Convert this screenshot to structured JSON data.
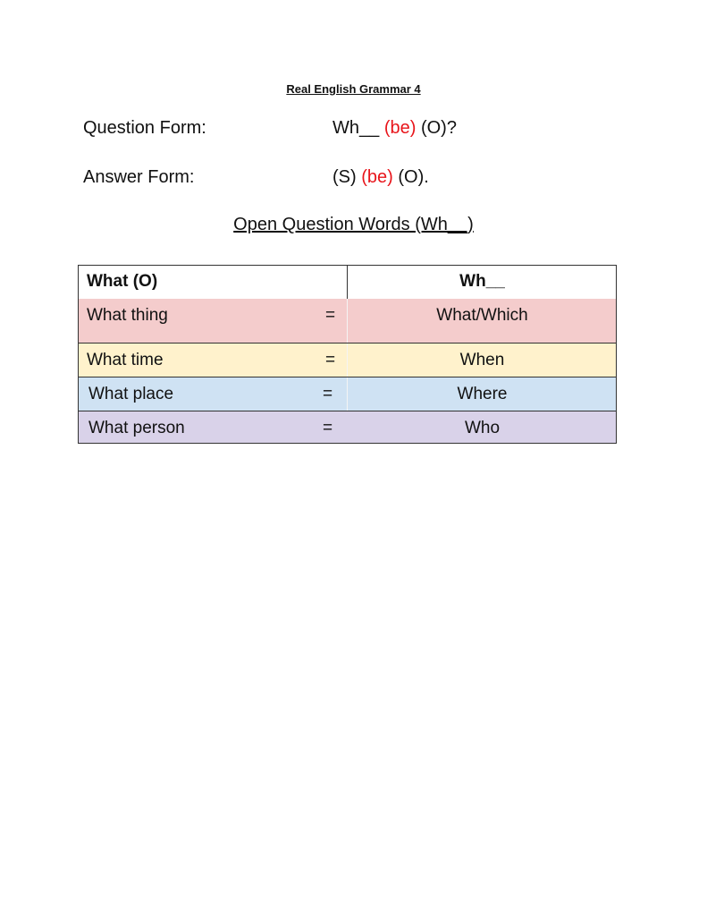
{
  "document": {
    "title": "Real English Grammar 4",
    "question_form": {
      "label": "Question Form:",
      "parts": [
        "Wh__",
        "(be)",
        "(O)?"
      ]
    },
    "answer_form": {
      "label": "Answer Form:",
      "parts": [
        "(S)",
        "(be)",
        "(O)."
      ]
    },
    "section_heading": "Open Question Words (Wh__)",
    "highlight_color": "#e8141a"
  },
  "table": {
    "headers": [
      "What (O)",
      "Wh__"
    ],
    "rows": [
      {
        "left": "What thing",
        "eq": "=",
        "right": "What/Which",
        "color": "#f4cccc"
      },
      {
        "left": "What time",
        "eq": "=",
        "right": "When",
        "color": "#fff2cc"
      },
      {
        "left": "What place",
        "eq": "=",
        "right": "Where",
        "color": "#cfe2f3"
      },
      {
        "left": "What person",
        "eq": "=",
        "right": "Who",
        "color": "#d9d2e9"
      }
    ]
  }
}
